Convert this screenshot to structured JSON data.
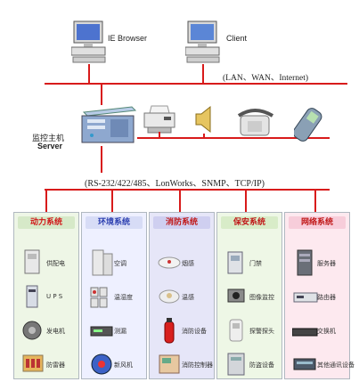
{
  "clients": [
    {
      "label": "IE Browser"
    },
    {
      "label": "Client"
    }
  ],
  "network_label": "(LAN、WAN、Internet)",
  "server": {
    "label_cn": "监控主机",
    "label_en": "Server"
  },
  "bus_label": "(RS-232/422/485、LonWorks、SNMP、TCP/IP)",
  "panels": [
    {
      "title": "动力系统",
      "colors": {
        "bg": "#eef6e6",
        "head": "#d6e9c8",
        "text": "#d01818"
      },
      "items": [
        {
          "label": "供配电",
          "icon": "cabinet-icon"
        },
        {
          "label": "U P S",
          "icon": "ups-icon"
        },
        {
          "label": "发电机",
          "icon": "generator-icon"
        },
        {
          "label": "防雷器",
          "icon": "lightning-protector-icon"
        }
      ]
    },
    {
      "title": "环境系统",
      "colors": {
        "bg": "#eef0ff",
        "head": "#d7dcf6",
        "text": "#2c3fb0"
      },
      "items": [
        {
          "label": "空调",
          "icon": "air-conditioner-icon"
        },
        {
          "label": "温湿度",
          "icon": "thermo-hygrometer-icon"
        },
        {
          "label": "测漏",
          "icon": "leak-sensor-icon"
        },
        {
          "label": "新风机",
          "icon": "fresh-air-fan-icon"
        }
      ]
    },
    {
      "title": "消防系统",
      "colors": {
        "bg": "#e6e6f8",
        "head": "#cfcff0",
        "text": "#c01818"
      },
      "items": [
        {
          "label": "烟感",
          "icon": "smoke-detector-icon"
        },
        {
          "label": "温感",
          "icon": "heat-detector-icon"
        },
        {
          "label": "消防设备",
          "icon": "extinguisher-icon"
        },
        {
          "label": "消防控制器",
          "icon": "fire-controller-icon"
        }
      ]
    },
    {
      "title": "保安系统",
      "colors": {
        "bg": "#eef7e6",
        "head": "#d8ecc8",
        "text": "#c01818"
      },
      "items": [
        {
          "label": "门禁",
          "icon": "access-control-icon"
        },
        {
          "label": "图像监控",
          "icon": "camera-icon"
        },
        {
          "label": "探警探头",
          "icon": "motion-sensor-icon"
        },
        {
          "label": "防盗设备",
          "icon": "anti-theft-icon"
        }
      ]
    },
    {
      "title": "网络系统",
      "colors": {
        "bg": "#fde9ef",
        "head": "#f7cdda",
        "text": "#c01818"
      },
      "items": [
        {
          "label": "服务器",
          "icon": "server-rack-icon"
        },
        {
          "label": "路由器",
          "icon": "router-icon"
        },
        {
          "label": "交换机",
          "icon": "switch-icon"
        },
        {
          "label": "其他通讯设备",
          "icon": "comm-device-icon"
        }
      ]
    }
  ]
}
